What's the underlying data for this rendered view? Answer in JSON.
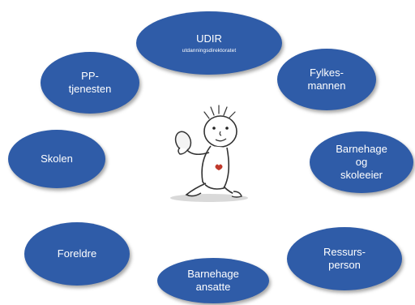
{
  "diagram": {
    "nodes": {
      "udir": {
        "title": "UDIR",
        "subtitle": "utdanningsdirektoratet"
      },
      "pp": {
        "line1": "PP-",
        "line2": "tjenesten"
      },
      "fylkes": {
        "line1": "Fylkes-",
        "line2": "mannen"
      },
      "skolen": {
        "title": "Skolen"
      },
      "barnehage": {
        "line1": "Barnehage",
        "line2": "og",
        "line3": "skoleeier"
      },
      "foreldre": {
        "title": "Foreldre"
      },
      "ressurs": {
        "line1": "Ressurs-",
        "line2": "person"
      },
      "ansatte": {
        "line1": "Barnehage",
        "line2": "ansatte"
      }
    },
    "center_image": "child-drawing",
    "colors": {
      "node_fill": "#2f5ca8",
      "node_text": "#ffffff"
    }
  }
}
